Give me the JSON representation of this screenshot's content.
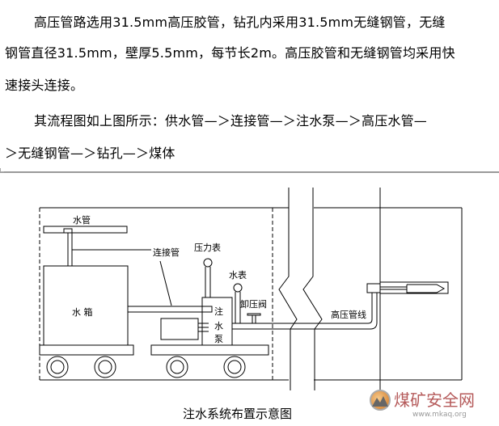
{
  "body": {
    "lines": [
      "高压管路选用31.5mm高压胶管，钻孔内采用31.5mm无缝钢管，无缝",
      "钢管直径31.5mm，壁厚5.5mm，每节长2m。高压胶管和无缝钢管均采用快",
      "速接头连接。",
      "其流程图如上图所示：供水管—＞连接管—＞注水泵—＞高压水管—",
      "＞无缝钢管—＞钻孔—＞煤体"
    ]
  },
  "figure": {
    "labels": {
      "water_pipe": "水管",
      "connecting_pipe": "连接管",
      "pressure_gauge": "压力表",
      "water_meter": "水表",
      "relief_valve": "卸压阀",
      "water_tank": "水 箱",
      "pump": [
        "注",
        "水",
        "泵"
      ],
      "hp_line": "高压管线"
    },
    "caption": "注水系统布置示意图"
  },
  "watermark": {
    "name": "煤矿安全网",
    "url": "www.mkaq.org"
  }
}
